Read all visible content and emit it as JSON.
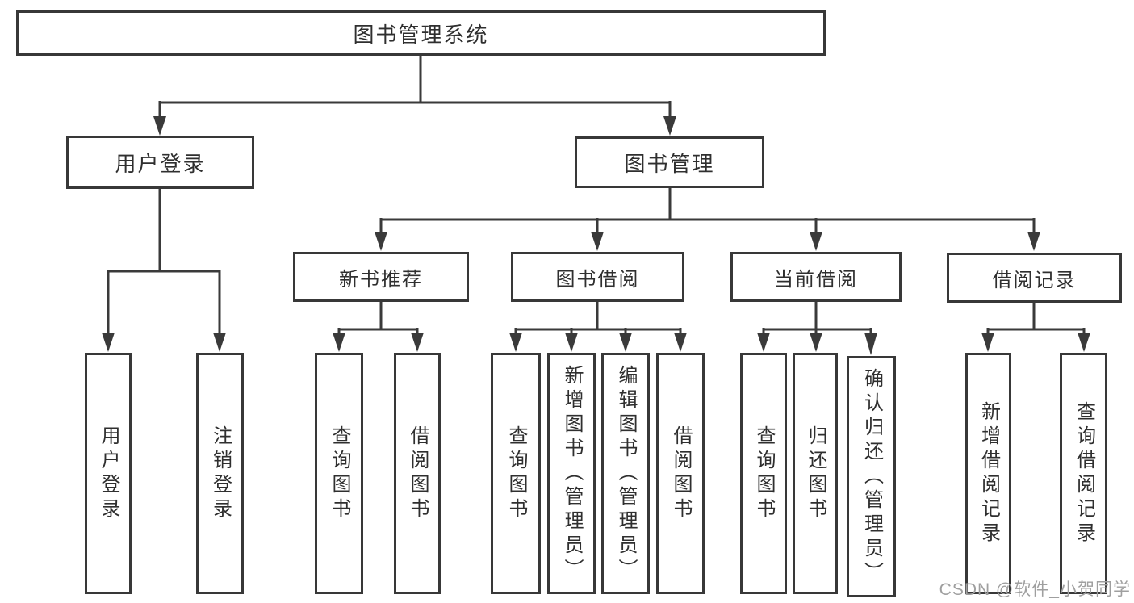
{
  "colors": {
    "line": "#3a3a3a",
    "box-border": "#383838",
    "text": "#2f2f2f",
    "background": "#ffffff",
    "watermark": "#9f9f9f"
  },
  "diagram": {
    "root": {
      "label": "图书管理系统"
    },
    "branches": [
      {
        "label": "用户登录",
        "children": [
          {
            "label": "用户登录"
          },
          {
            "label": "注销登录"
          }
        ]
      },
      {
        "label": "图书管理",
        "sections": [
          {
            "label": "新书推荐",
            "children": [
              {
                "label": "查询图书"
              },
              {
                "label": "借阅图书"
              }
            ]
          },
          {
            "label": "图书借阅",
            "children": [
              {
                "label": "查询图书"
              },
              {
                "label": "新增图书（管理员）"
              },
              {
                "label": "编辑图书（管理员）"
              },
              {
                "label": "借阅图书"
              }
            ]
          },
          {
            "label": "当前借阅",
            "children": [
              {
                "label": "查询图书"
              },
              {
                "label": "归还图书"
              },
              {
                "label": "确认归还（管理员）"
              }
            ]
          },
          {
            "label": "借阅记录",
            "children": [
              {
                "label": "新增借阅记录"
              },
              {
                "label": "查询借阅记录"
              }
            ]
          }
        ]
      }
    ]
  },
  "watermark": {
    "text": "CSDN @软件_小贺同学"
  }
}
